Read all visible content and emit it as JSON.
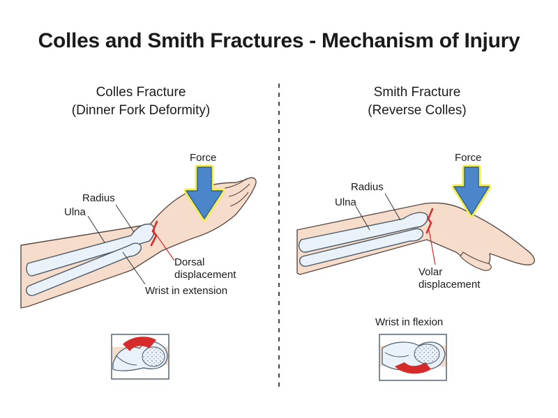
{
  "title": "Colles and Smith Fractures - Mechanism of Injury",
  "colles": {
    "heading_line1": "Colles Fracture",
    "heading_line2": "(Dinner Fork Deformity)",
    "force_label": "Force",
    "radius_label": "Radius",
    "ulna_label": "Ulna",
    "displacement_line1": "Dorsal",
    "displacement_line2": "displacement",
    "wrist_label": "Wrist in extension"
  },
  "smith": {
    "heading_line1": "Smith Fracture",
    "heading_line2": "(Reverse Colles)",
    "force_label": "Force",
    "radius_label": "Radius",
    "ulna_label": "Ulna",
    "displacement_line1": "Volar",
    "displacement_line2": "displacement",
    "wrist_label": "Wrist in flexion"
  },
  "colors": {
    "skin": "#f6dccb",
    "skin_outline": "#5a4a42",
    "bone": "#e9f1f9",
    "bone_outline": "#4a5866",
    "fracture": "#d62b2b",
    "force_arrow": "#4a86c9",
    "arrow_glow": "#f3ee4a",
    "divider": "#444444"
  }
}
